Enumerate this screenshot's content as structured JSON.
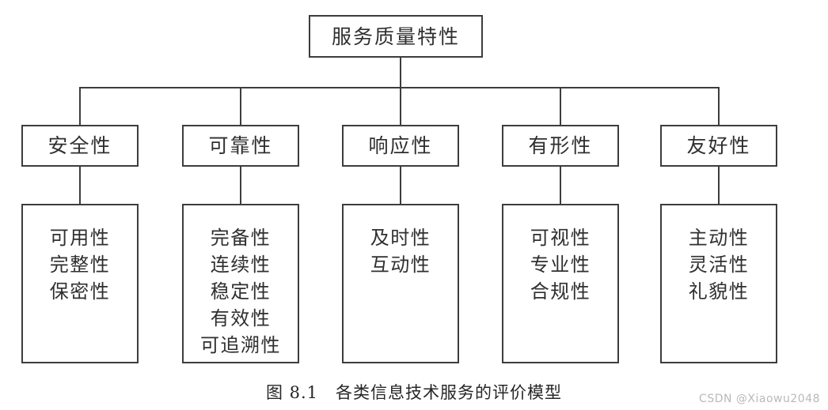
{
  "figure": {
    "caption_number": "图 8.1",
    "caption_title": "各类信息技术服务的评价模型",
    "watermark": "CSDN @Xiaowu2048",
    "colors": {
      "background": "#ffffff",
      "line": "#3d3d3d",
      "text": "#2f2f2f",
      "watermark": "#b9b9b9"
    }
  },
  "tree": {
    "root": {
      "label": "服务质量特性"
    },
    "categories": [
      {
        "label": "安全性",
        "items": [
          "可用性",
          "完整性",
          "保密性"
        ]
      },
      {
        "label": "可靠性",
        "items": [
          "完备性",
          "连续性",
          "稳定性",
          "有效性",
          "可追溯性"
        ]
      },
      {
        "label": "响应性",
        "items": [
          "及时性",
          "互动性"
        ]
      },
      {
        "label": "有形性",
        "items": [
          "可视性",
          "专业性",
          "合规性"
        ]
      },
      {
        "label": "友好性",
        "items": [
          "主动性",
          "灵活性",
          "礼貌性"
        ]
      }
    ]
  }
}
